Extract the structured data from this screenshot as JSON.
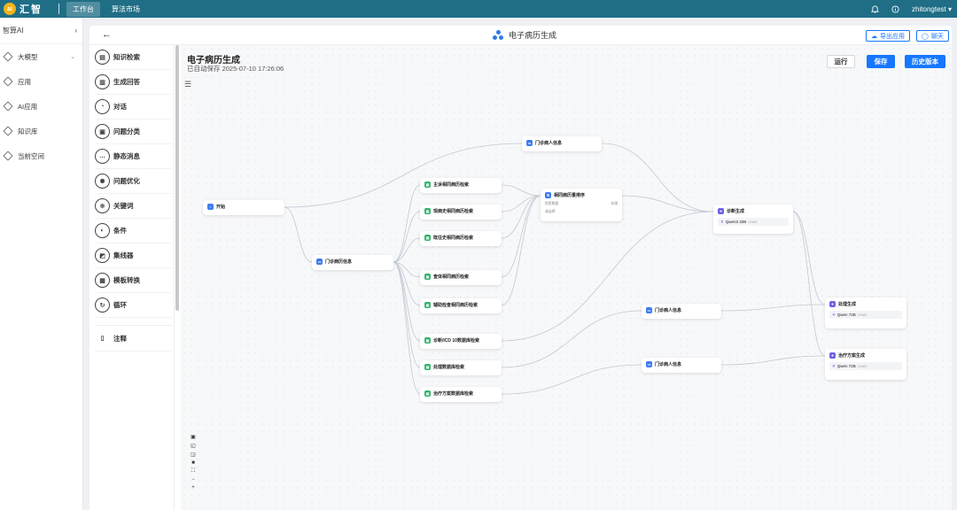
{
  "topbar": {
    "logo_badge": "ai",
    "brand": "汇智",
    "tabs": [
      {
        "label": "工作台",
        "active": true
      },
      {
        "label": "算法市场",
        "active": false
      }
    ],
    "username": "zhitongtest",
    "bg_color": "#1f6e86"
  },
  "sidebar": {
    "workspace": "智算AI",
    "items": [
      {
        "label": "大模型",
        "icon": "cube-icon",
        "expandable": true
      },
      {
        "label": "应用",
        "icon": "cube-icon"
      },
      {
        "label": "AI应用",
        "icon": "cube-icon"
      },
      {
        "label": "知识库",
        "icon": "cube-icon"
      },
      {
        "label": "当前空间",
        "icon": "cube-icon"
      }
    ]
  },
  "editor": {
    "app_title": "电子病历生成",
    "export_label": "导出应用",
    "chat_label": "聊天",
    "flow_title": "电子病历生成",
    "save_info": "已自动保存 2025-07-10 17:26:06",
    "run_label": "运行",
    "save_label": "保存",
    "history_label": "历史版本"
  },
  "palette": [
    {
      "label": "知识检索",
      "glyph": "▤"
    },
    {
      "label": "生成回答",
      "glyph": "▥"
    },
    {
      "label": "对话",
      "glyph": "◔"
    },
    {
      "label": "问题分类",
      "glyph": "▣"
    },
    {
      "label": "静态消息",
      "glyph": "…"
    },
    {
      "label": "问题优化",
      "glyph": "✺"
    },
    {
      "label": "关键词",
      "glyph": "※"
    },
    {
      "label": "条件",
      "glyph": "◐"
    },
    {
      "label": "集线器",
      "glyph": "◩"
    },
    {
      "label": "模板转换",
      "glyph": "▦"
    },
    {
      "label": "循环",
      "glyph": "↻"
    }
  ],
  "palette_note": "注释",
  "nodes": {
    "start": "开始",
    "outpatient_info_1": "门诊病历信息",
    "outpatient_info_top": "门诊病人信息",
    "chief_complaint": "主诉相同病历检索",
    "present_illness": "现病史相同病历检索",
    "past_history": "既往史相同病历检索",
    "physical_exam": "查体相同病历检索",
    "aux_exam": "辅助检查相同病历检索",
    "diagnosis_icd": "诊断/ICD 10数据库检索",
    "treatment_db": "处理数据库检索",
    "plan_db": "治疗方案数据库检索",
    "merge": "相同病历重排序",
    "merge_sub1": "检索数据",
    "merge_sub1_tag": "存储",
    "merge_sub2": "请选择",
    "diagnosis_gen": "诊断生成",
    "diagnosis_model": "Qwen3 32B",
    "outpatient_info_mid": "门诊病人信息",
    "outpatient_info_low": "门诊病人信息",
    "treatment_gen": "处理生成",
    "treatment_model": "Qwen 72B",
    "plan_gen": "治疗方案生成",
    "plan_model": "Qwen 72B",
    "model_tag": "CHAT"
  },
  "canvas_controls": [
    "▣",
    "◱",
    "◲",
    "■",
    "⛶",
    "−",
    "+"
  ]
}
